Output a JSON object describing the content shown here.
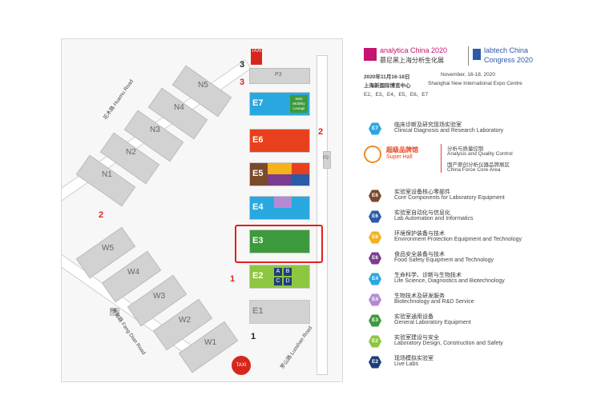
{
  "header": {
    "analytica_title": "analytica China 2020",
    "analytica_cn": "慕尼黑上海分析生化展",
    "labtech_title": "labtech China",
    "labtech_sub": "Congress 2020",
    "date_cn": "2020年11月16-18日",
    "date_en": "November, 16-18, 2020",
    "venue_cn": "上海新国际博览中心",
    "venue_en": "Shanghai New International Expo Centre",
    "halls": "E2、E3、E4、E5、E6、E7"
  },
  "map": {
    "e_halls": [
      {
        "label": "E7",
        "color": "#29a8df"
      },
      {
        "label": "E6",
        "color": "#e8401c"
      },
      {
        "label": "E5",
        "color": "#7a4a2a"
      },
      {
        "label": "E4",
        "color": "#29a8df"
      },
      {
        "label": "E3",
        "color": "#3c9a3c"
      },
      {
        "label": "E2",
        "color": "#8dc63f"
      },
      {
        "label": "E1",
        "color": "#d2d2d2"
      }
    ],
    "n_halls": [
      "N5",
      "N4",
      "N3",
      "N2",
      "N1"
    ],
    "w_halls": [
      "W5",
      "W4",
      "W3",
      "W2",
      "W1"
    ],
    "p_labels": [
      "P3",
      "P2",
      "P1"
    ],
    "e7_box_text": "Web Mobility Lounge",
    "e2_cells": [
      "A",
      "B",
      "C",
      "D"
    ],
    "taxi_label": "TAXI",
    "entrance_numbers": [
      "3",
      "3",
      "2",
      "2",
      "1",
      "1"
    ],
    "road_labels": [
      "花木路 Huamu Road",
      "芳甸路 Fang Dian Road",
      "罗山路 Luoshan Road"
    ],
    "highlight_color": "#e02020"
  },
  "legend": {
    "super_hall_cn": "超级品牌馆",
    "super_hall_en": "Super Hall",
    "super_hall_items": [
      {
        "cn": "分析与质量控制",
        "en": "Analysis and Quality Control"
      },
      {
        "cn": "国产原创分析仪器品牌展区",
        "en": "China Force Core Area"
      }
    ],
    "items": [
      {
        "hex": "E7",
        "color": "#29a8df",
        "cn": "临床诊断及研究现场实验室",
        "en": "Clinical Diagnosis and Research Laboratory"
      },
      {
        "hex": "E6",
        "color": "#7a4a2a",
        "cn": "实验室设备核心零部件",
        "en": "Core Components for Laboratory Equipment"
      },
      {
        "hex": "E6",
        "color": "#2b5aa8",
        "cn": "实验室自动化与信息化",
        "en": "Lab Automation and Informatics"
      },
      {
        "hex": "E6",
        "color": "#f5b21b",
        "cn": "环境保护装备与技术",
        "en": "Environment Protection Equipment and Technology"
      },
      {
        "hex": "E6",
        "color": "#7a3d8f",
        "cn": "食品安全装备与技术",
        "en": "Food Safety Equipment and Technology"
      },
      {
        "hex": "E4",
        "color": "#29a8df",
        "cn": "生命科学、诊断与生物技术",
        "en": "Life Science, Diagnostics and Biotechnology"
      },
      {
        "hex": "E4",
        "color": "#b48ad4",
        "cn": "生物技术及研发服务",
        "en": "Biotechnology and R&D Service"
      },
      {
        "hex": "E3",
        "color": "#3c9a3c",
        "cn": "实验室通用设备",
        "en": "General Laboratory Equipment"
      },
      {
        "hex": "E2",
        "color": "#8dc63f",
        "cn": "实验室建设与安全",
        "en": "Laboratory Design, Construction and Safety"
      },
      {
        "hex": "E2",
        "color": "#1f3f7a",
        "cn": "现场模拟实验室",
        "en": "Live Labs"
      }
    ]
  }
}
